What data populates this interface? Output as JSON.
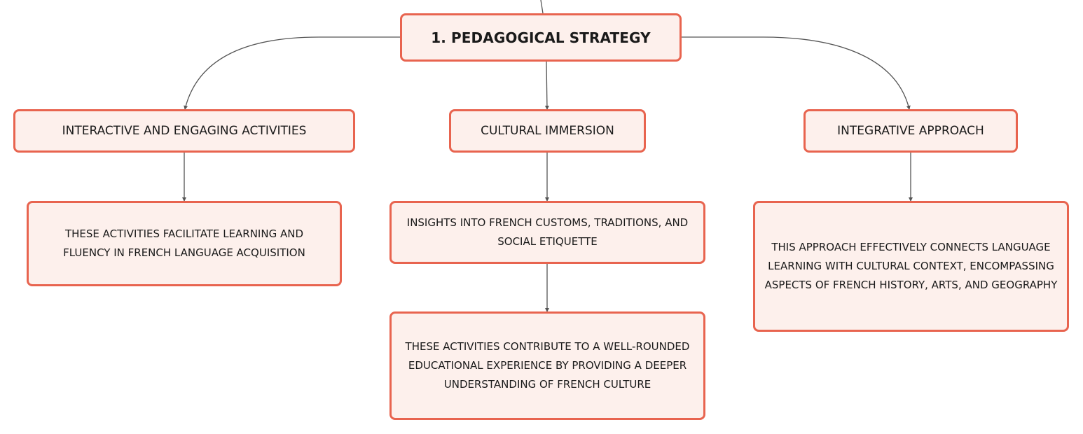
{
  "colors": {
    "node_fill": "#fdf0ec",
    "node_border": "#e8644f",
    "connector": "#555555",
    "text": "#1a1a1a"
  },
  "root": {
    "label": "1. PEDAGOGICAL STRATEGY"
  },
  "branches": [
    {
      "label": "INTERACTIVE AND ENGAGING ACTIVITIES",
      "details": [
        "THESE ACTIVITIES FACILITATE LEARNING AND FLUENCY IN FRENCH LANGUAGE ACQUISITION"
      ]
    },
    {
      "label": "CULTURAL IMMERSION",
      "details": [
        "INSIGHTS INTO FRENCH CUSTOMS, TRADITIONS, AND SOCIAL ETIQUETTE",
        "THESE ACTIVITIES CONTRIBUTE TO A WELL-ROUNDED EDUCATIONAL EXPERIENCE BY PROVIDING A DEEPER UNDERSTANDING OF FRENCH CULTURE"
      ]
    },
    {
      "label": "INTEGRATIVE APPROACH",
      "details": [
        "THIS APPROACH EFFECTIVELY CONNECTS LANGUAGE LEARNING WITH CULTURAL CONTEXT, ENCOMPASSING ASPECTS OF FRENCH HISTORY, ARTS, AND GEOGRAPHY"
      ]
    }
  ]
}
